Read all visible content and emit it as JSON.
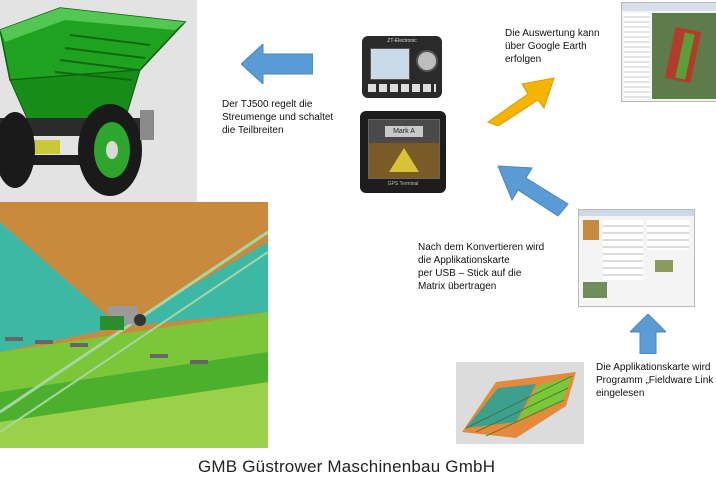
{
  "captions": {
    "tj500": "Der TJ500 regelt die\nStreumenge und schaltet\ndie Teilbreiten",
    "google_earth": "Die Auswertung kann\nüber Google Earth\nerfolgen",
    "convert": "Nach dem Konvertieren wird\ndie Applikationskarte\nper USB – Stick auf die\nMatrix übertragen",
    "fieldware": "Die Applikationskarte wird\nProgramm „Fieldware Link\neingelesen"
  },
  "terminal_top": {
    "brand": "ZT-Electronic"
  },
  "terminal_bottom": {
    "screen_label": "Mark A",
    "footer_label": "GPS Terminal"
  },
  "footer": {
    "company": "GMB Güstrower Maschinenbau GmbH"
  },
  "colors": {
    "arrow_blue": "#5b9bd5",
    "arrow_yellow": "#f4b400",
    "spreader_green": "#2fa52f",
    "map_orange": "#cc8a3a",
    "map_teal": "#3fb7a3",
    "map_green": "#79c43a"
  }
}
